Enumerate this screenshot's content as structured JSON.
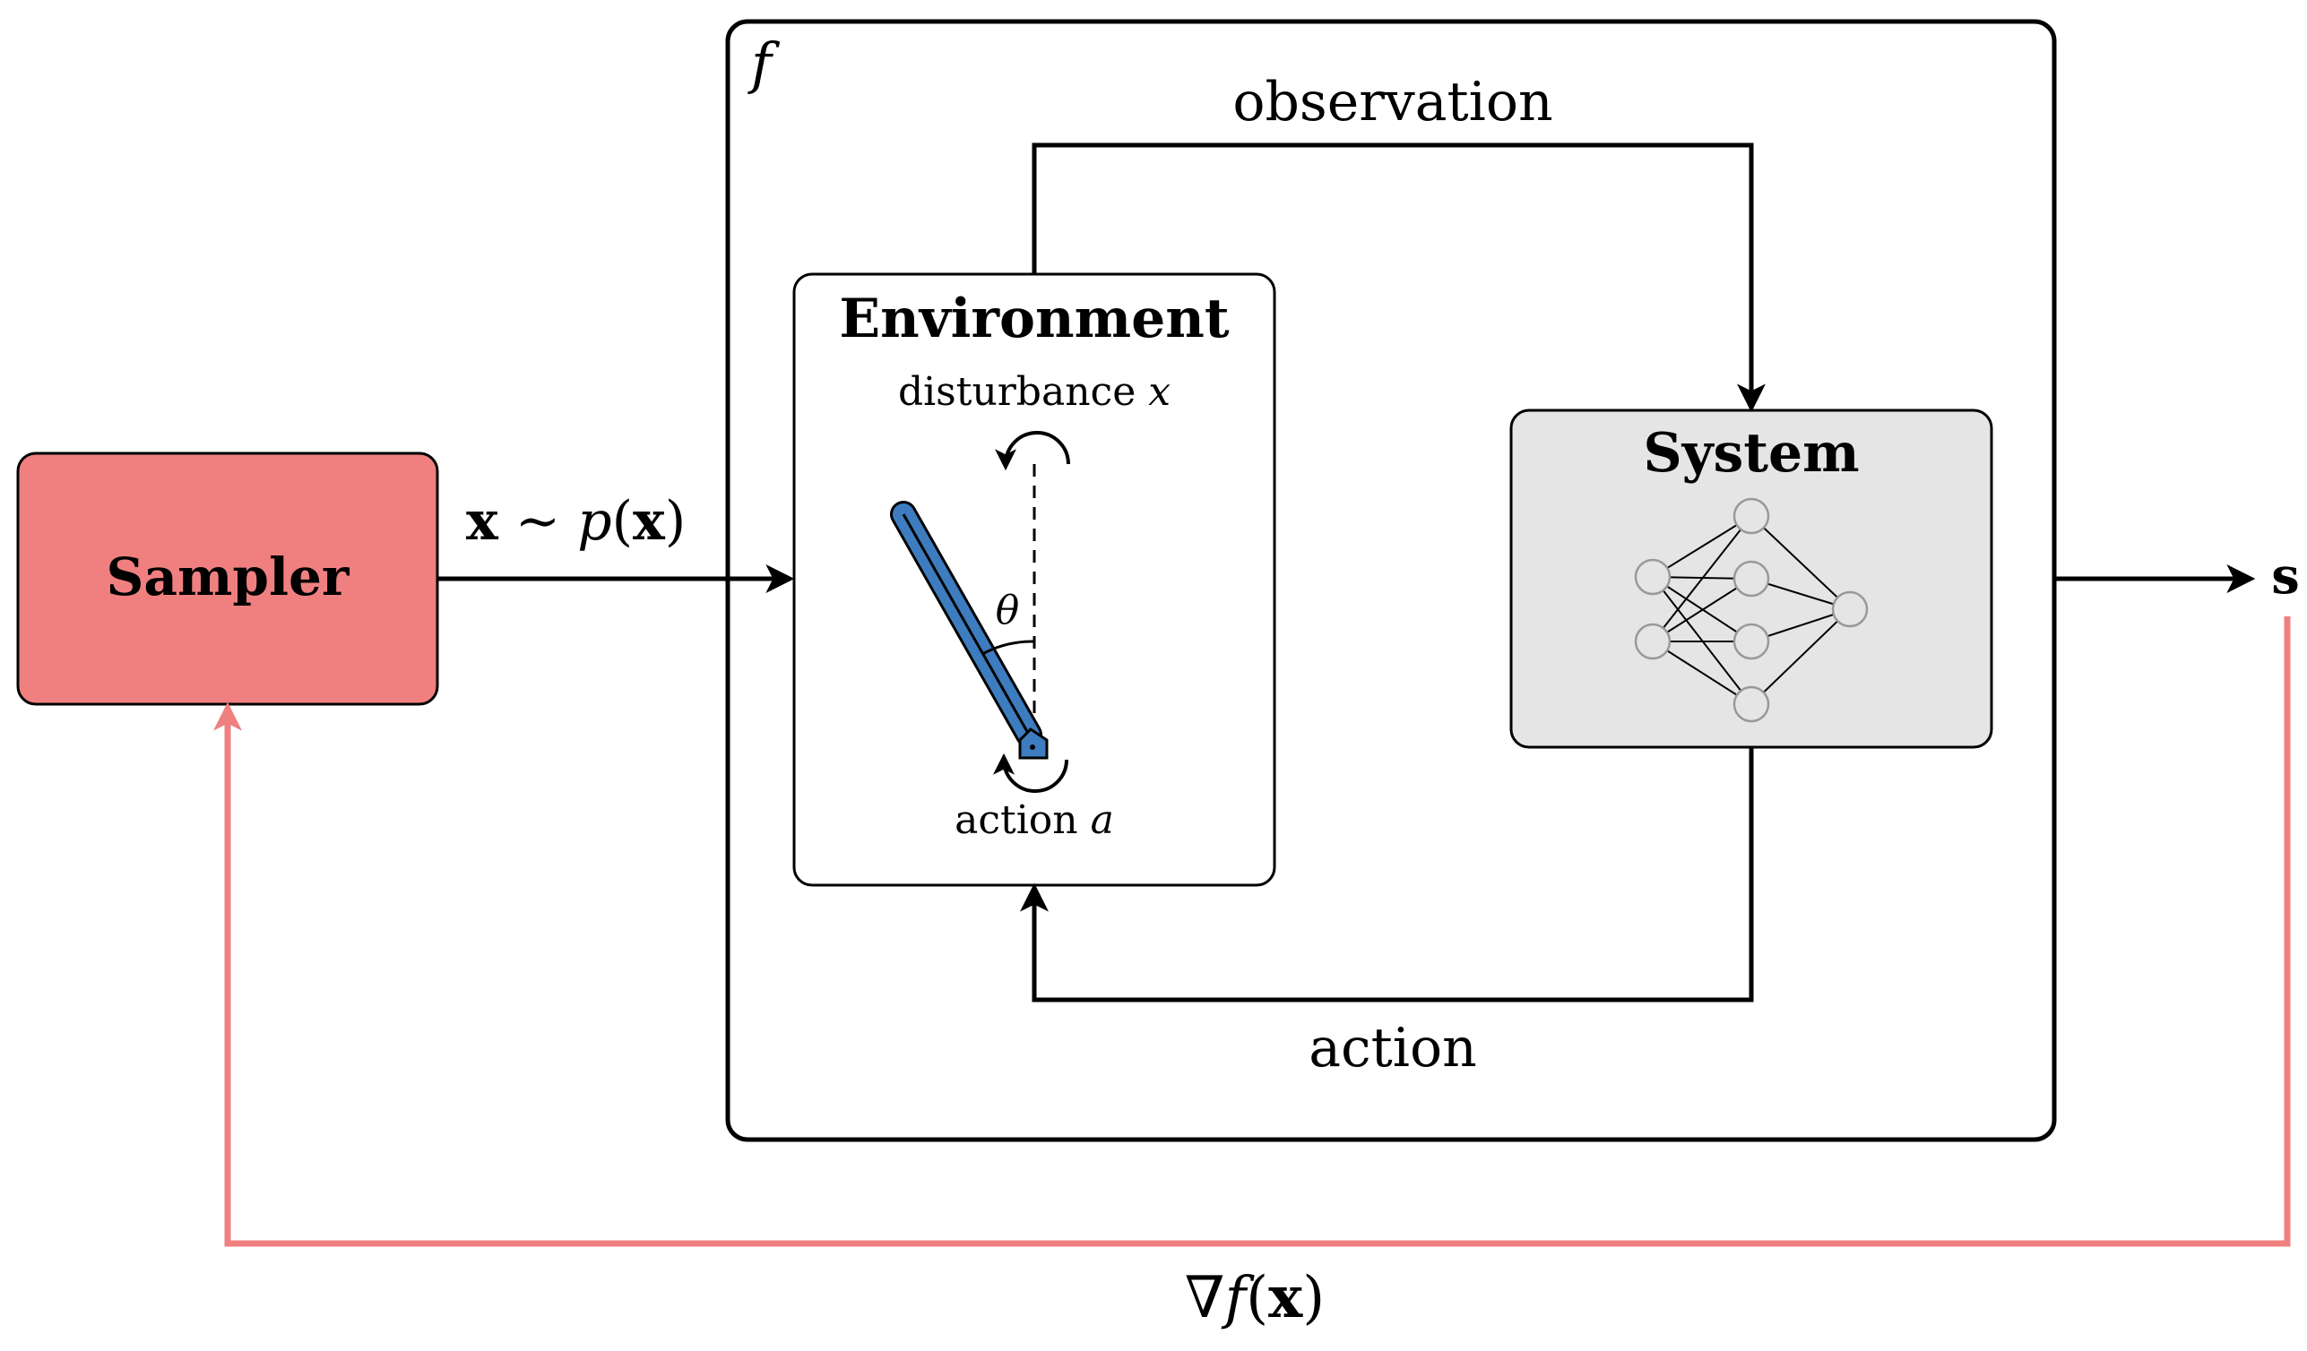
{
  "diagram": {
    "frame_label": "f",
    "sampler": {
      "title": "Sampler"
    },
    "input_label": {
      "bold_x": "x",
      "tilde": " ∼ ",
      "p": "p",
      "open": "(",
      "bold_x2": "x",
      "close": ")"
    },
    "environment": {
      "title": "Environment",
      "disturbance": {
        "text": "disturbance ",
        "var": "x"
      },
      "angle": "θ",
      "action": {
        "text": "action ",
        "var": "a"
      }
    },
    "system": {
      "title": "System"
    },
    "observation_label": "observation",
    "action_label": "action",
    "output_label": "s",
    "gradient_label": {
      "nabla": "∇",
      "f": "f",
      "open": "(",
      "bold_x": "x",
      "close": ")"
    }
  },
  "colors": {
    "sampler_fill": "#f08080",
    "feedback_line": "#f08080",
    "system_fill": "#e5e5e5",
    "pole_fill": "#3d7cbf",
    "node_stroke": "#999999"
  },
  "icons": [
    "cartpole-icon",
    "neural-network-icon",
    "rotation-arrow-icon"
  ]
}
